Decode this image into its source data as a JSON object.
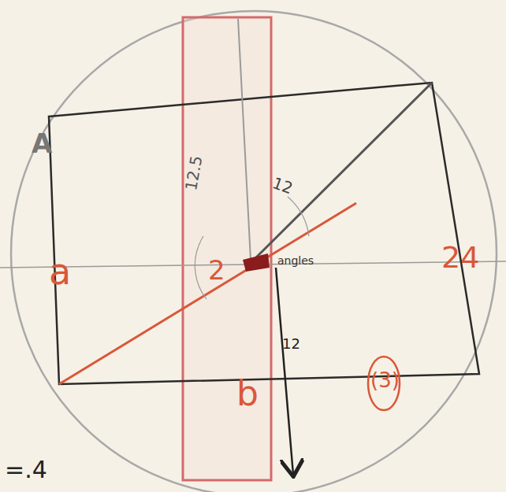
{
  "diagram": {
    "labels": [
      "A",
      "12.5",
      "12",
      "a",
      "2",
      "angles",
      "24",
      "12",
      "b",
      "(3)",
      "=.4"
    ]
  }
}
